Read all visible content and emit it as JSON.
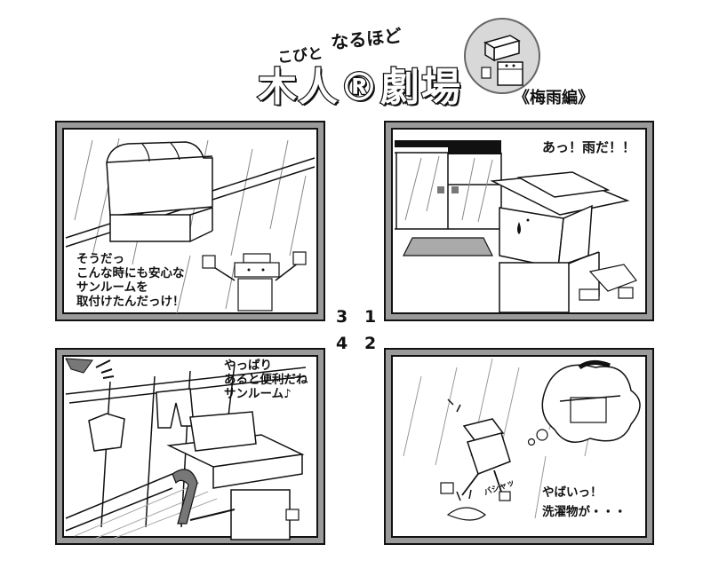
{
  "header": {
    "furigana_top": "なるほど",
    "furigana_kobito": "こびと",
    "title": "木人®劇場",
    "edition": "《梅雨編》"
  },
  "panel_numbers": [
    "3",
    "1",
    "4",
    "2"
  ],
  "panels": {
    "p1": {
      "text": "あっ！雨だ！！"
    },
    "p2": {
      "text": "やばいっ！\n洗濯物が・・・",
      "sfx": "バシャッ"
    },
    "p3": {
      "text": "そうだっ\nこんな時にも安心な\nサンルームを\n取付けたんだっけ！"
    },
    "p4": {
      "text": "やっぱり\nあると便利だね\nサンルーム♪"
    }
  }
}
